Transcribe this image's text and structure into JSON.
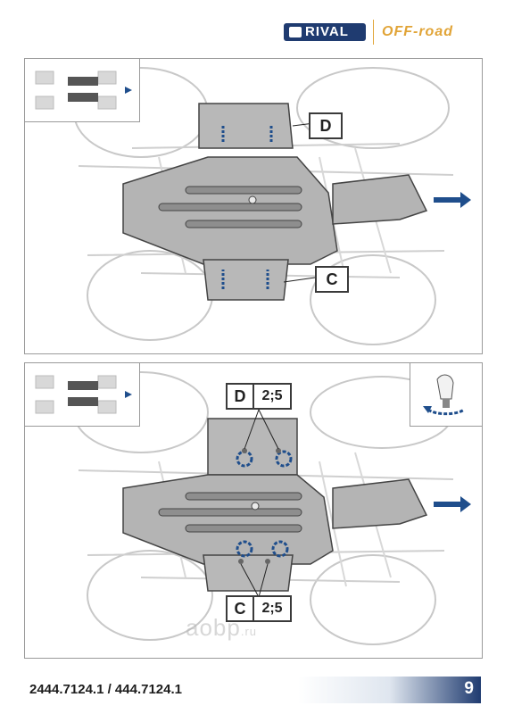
{
  "header": {
    "brand": "RIVAL",
    "product_line": "OFF-road",
    "brand_color": "#1f3b70",
    "accent_color": "#e1a437"
  },
  "panel_top": {
    "callout_upper": "D",
    "callout_lower": "C"
  },
  "panel_bottom": {
    "callout_upper_letter": "D",
    "callout_upper_torque": "2;5",
    "callout_lower_letter": "C",
    "callout_lower_torque": "2;5"
  },
  "footer": {
    "part_numbers": "2444.7124.1 / 444.7124.1",
    "page_number": "9"
  },
  "watermark": {
    "text": "aobp",
    "suffix": ".ru"
  }
}
